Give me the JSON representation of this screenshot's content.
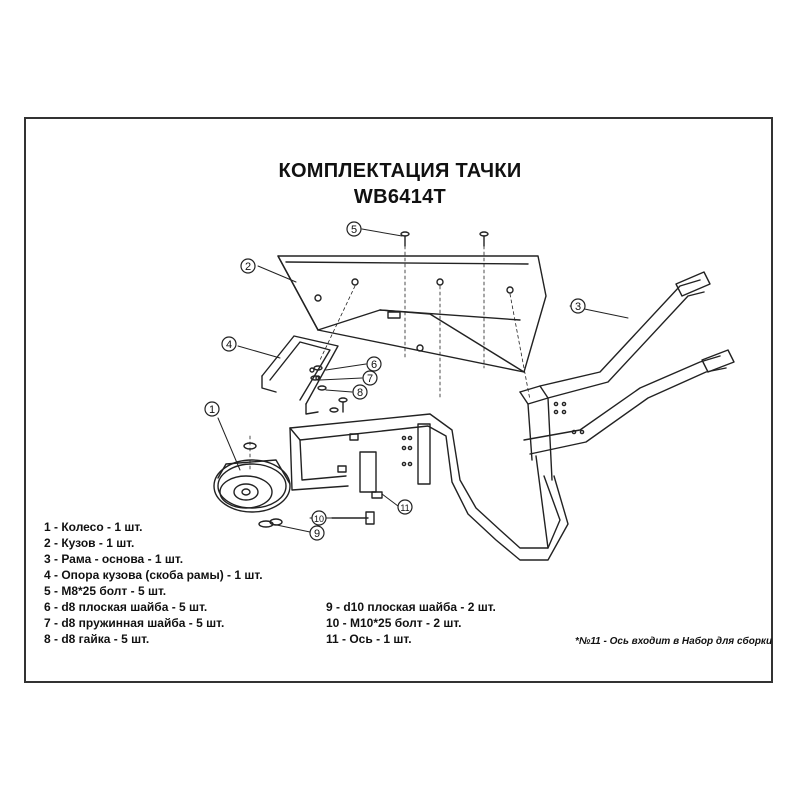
{
  "title": {
    "line1": "КОМПЛЕКТАЦИЯ ТАЧКИ",
    "line2": "WB6414T"
  },
  "callouts": [
    "1",
    "2",
    "3",
    "4",
    "5",
    "6",
    "7",
    "8",
    "9",
    "10",
    "11"
  ],
  "legend_left": [
    "1 - Колесо  - 1 шт.",
    "2 - Кузов - 1 шт.",
    "3 - Рама - основа  - 1 шт.",
    "4 - Опора кузова (скоба рамы)  - 1 шт.",
    "5 - M8*25 болт  - 5 шт.",
    "6 - d8 плоская шайба  - 5 шт.",
    "7 - d8 пружинная шайба  - 5 шт.",
    "8 - d8 гайка - 5 шт."
  ],
  "legend_right": [
    "9 - d10 плоская шайба - 2 шт.",
    "10 - M10*25 болт - 2 шт.",
    "11 - Ось - 1 шт."
  ],
  "note": "*№11 - Ось входит в Набор для сборки"
}
